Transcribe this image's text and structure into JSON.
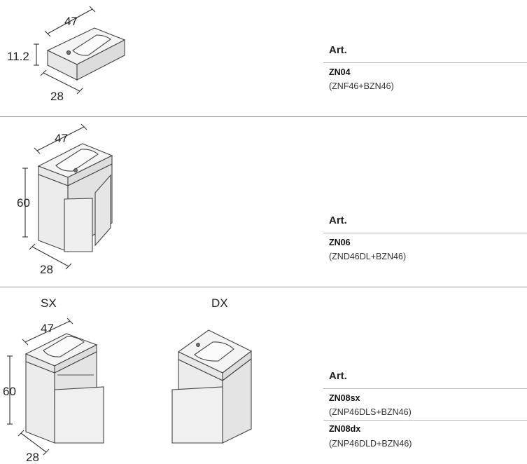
{
  "section1": {
    "dims": {
      "width": "47",
      "height": "11.2",
      "depth": "28"
    },
    "art_title": "Art.",
    "items": [
      {
        "code": "ZN04",
        "desc": "(ZNF46+BZN46)"
      }
    ]
  },
  "section2": {
    "dims": {
      "width": "47",
      "height": "60",
      "depth": "28"
    },
    "art_title": "Art.",
    "items": [
      {
        "code": "ZN06",
        "desc": "(ZND46DL+BZN46)"
      }
    ]
  },
  "section3": {
    "labels": {
      "left": "SX",
      "right": "DX"
    },
    "dims": {
      "width": "47",
      "height": "60",
      "depth": "28"
    },
    "art_title": "Art.",
    "items": [
      {
        "code": "ZN08sx",
        "desc": "(ZNP46DLS+BZN46)"
      },
      {
        "code": "ZN08dx",
        "desc": "(ZNP46DLD+BZN46)"
      }
    ]
  }
}
